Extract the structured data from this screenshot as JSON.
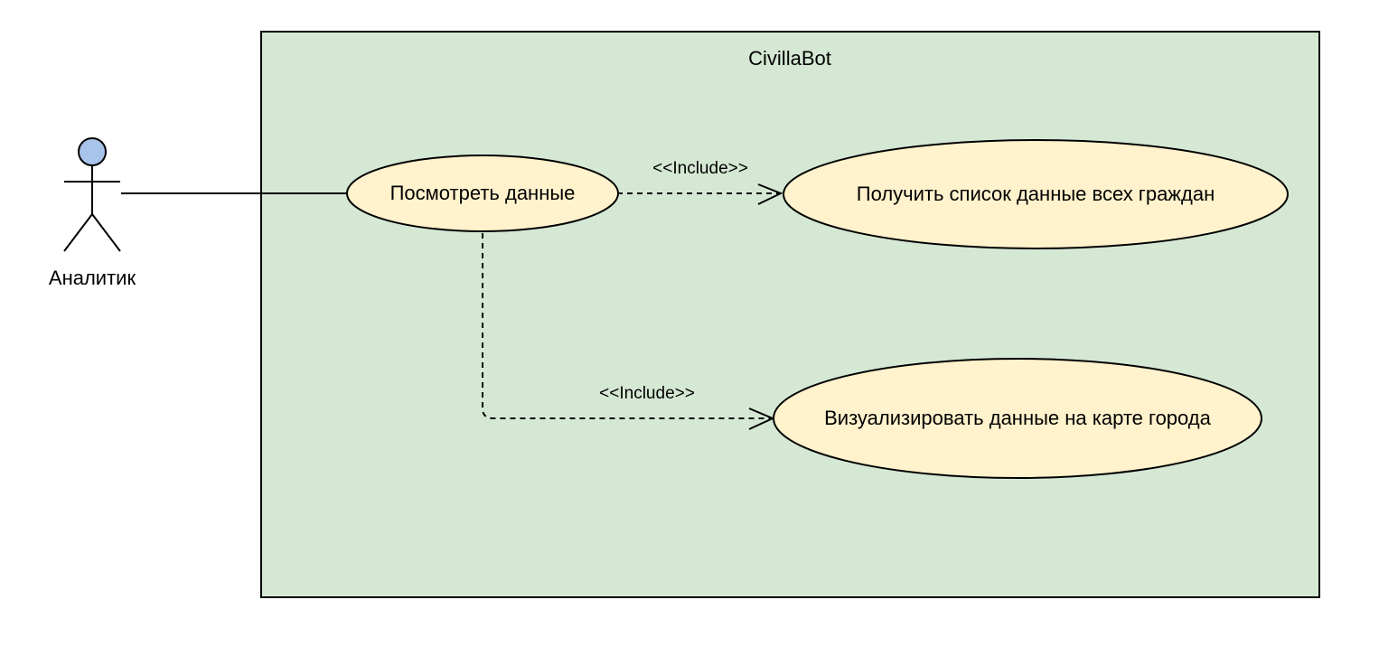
{
  "diagram": {
    "type": "use-case",
    "system": {
      "name": "CivillaBot",
      "fill": "#d5e8d4",
      "stroke": "#000000"
    },
    "actor": {
      "name": "Аналитик",
      "head_fill": "#a9c4eb"
    },
    "use_cases": [
      {
        "id": "view",
        "label": "Посмотреть данные",
        "fill": "#fff2cc"
      },
      {
        "id": "list",
        "label": "Получить список данные всех граждан",
        "fill": "#fff2cc"
      },
      {
        "id": "map",
        "label": "Визуализировать данные на карте города",
        "fill": "#fff2cc"
      }
    ],
    "relations": [
      {
        "from": "actor",
        "to": "view",
        "kind": "association"
      },
      {
        "from": "view",
        "to": "list",
        "kind": "include",
        "label": "<<Include>>"
      },
      {
        "from": "view",
        "to": "map",
        "kind": "include",
        "label": "<<Include>>"
      }
    ]
  }
}
